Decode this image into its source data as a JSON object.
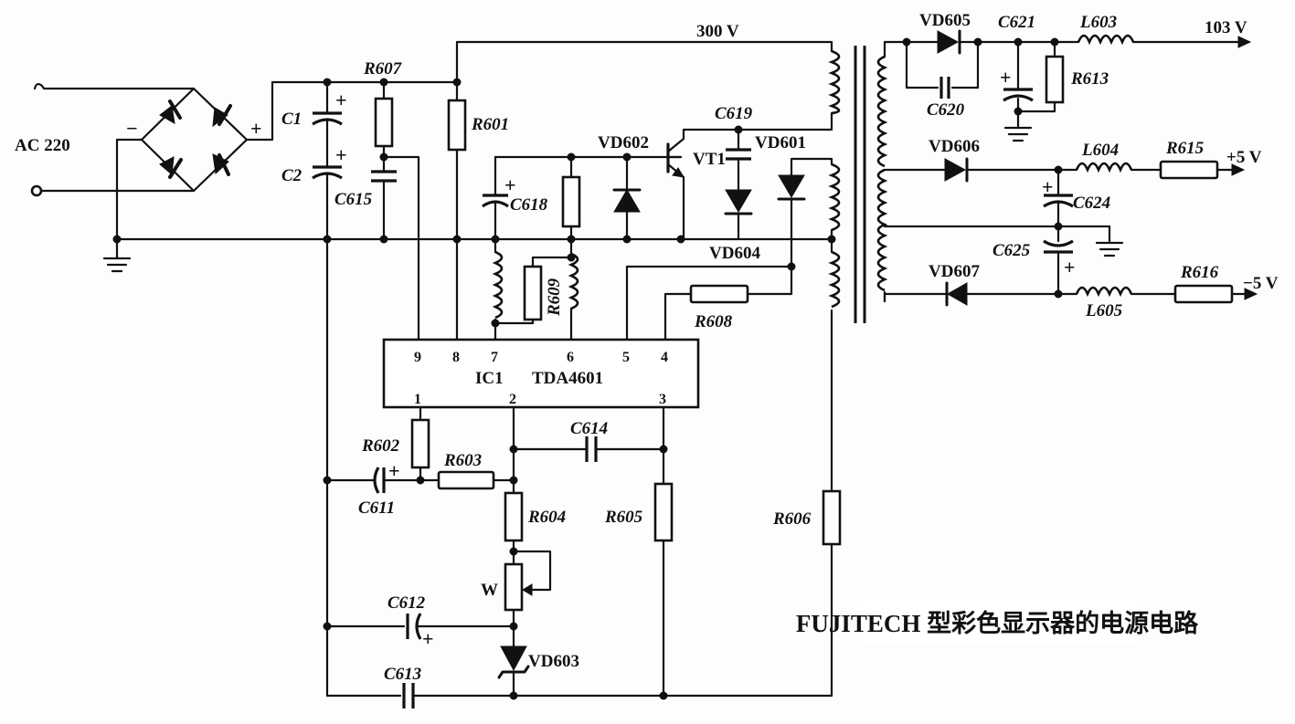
{
  "title": "FUJITECH 型彩色显示器的电源电路",
  "ic": {
    "ref": "IC1",
    "part": "TDA4601",
    "pins": [
      "1",
      "2",
      "3",
      "4",
      "5",
      "6",
      "7",
      "8",
      "9"
    ]
  },
  "inputs": {
    "ac": "AC 220"
  },
  "rails": {
    "hv": "300 V",
    "out103": "103 V",
    "out5": "+5 V",
    "outm5": "−5 V"
  },
  "resistors": [
    "R601",
    "R602",
    "R603",
    "R604",
    "R605",
    "R606",
    "R607",
    "R608",
    "R609",
    "R613",
    "R615",
    "R616"
  ],
  "capacitors": [
    "C1",
    "C2",
    "C611",
    "C612",
    "C613",
    "C614",
    "C615",
    "C618",
    "C619",
    "C620",
    "C621",
    "C624",
    "C625"
  ],
  "diodes": [
    "VD601",
    "VD602",
    "VD603",
    "VD604",
    "VD605",
    "VD606",
    "VD607"
  ],
  "inductors": [
    "L603",
    "L604",
    "L605"
  ],
  "transistor": "VT1",
  "pot": "W",
  "signs": {
    "plus": "+",
    "minus": "−"
  }
}
